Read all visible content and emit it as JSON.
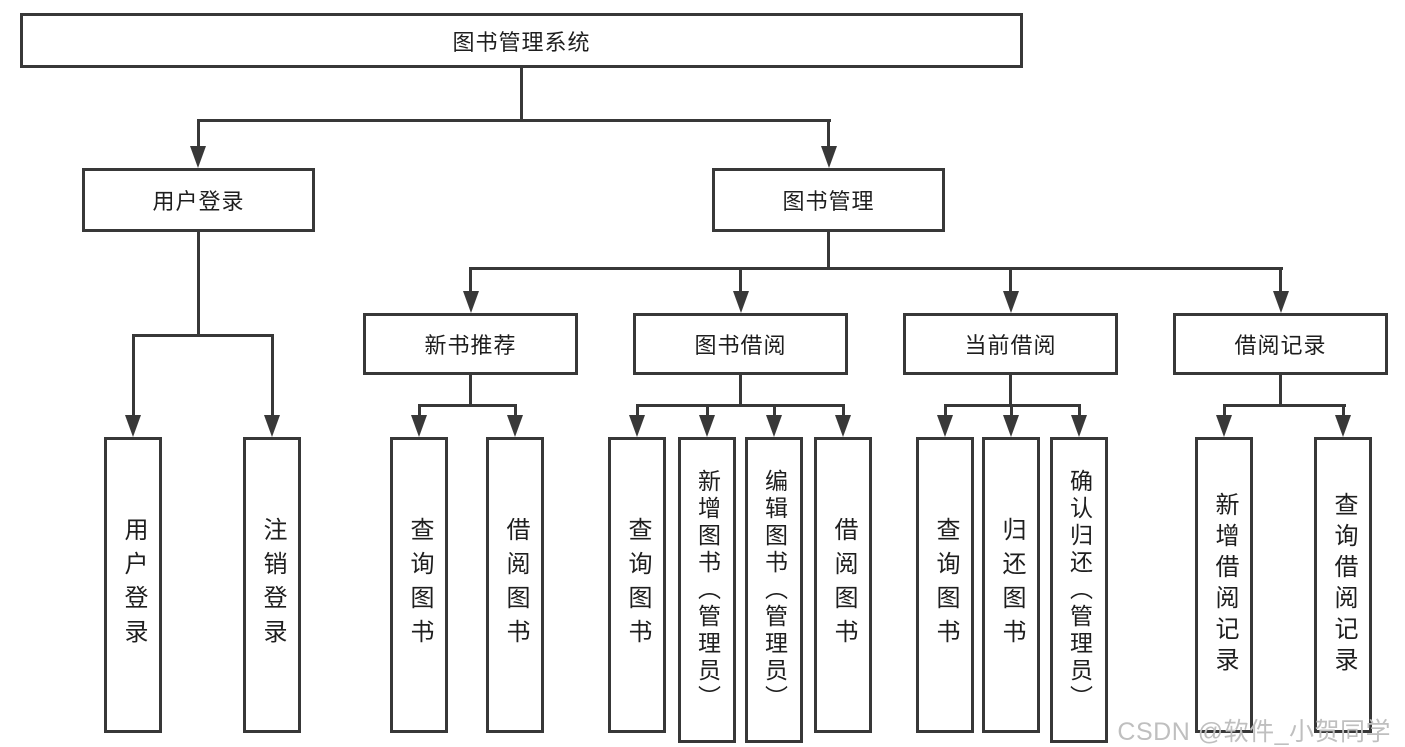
{
  "diagram": {
    "title": "图书管理系统",
    "root": {
      "label": "图书管理系统"
    },
    "branches": {
      "user_login": {
        "label": "用户登录"
      },
      "book_management": {
        "label": "图书管理"
      }
    },
    "modules": {
      "new_book_recommend": {
        "label": "新书推荐"
      },
      "book_borrowing": {
        "label": "图书借阅"
      },
      "current_borrowing": {
        "label": "当前借阅"
      },
      "borrowing_records": {
        "label": "借阅记录"
      }
    },
    "leaves": [
      {
        "label": "用户登录"
      },
      {
        "label": "注销登录"
      },
      {
        "label": "查询图书"
      },
      {
        "label": "借阅图书"
      },
      {
        "label": "查询图书"
      },
      {
        "label": "新增图书（管理员）"
      },
      {
        "label": "编辑图书（管理员）"
      },
      {
        "label": "借阅图书"
      },
      {
        "label": "查询图书"
      },
      {
        "label": "归还图书"
      },
      {
        "label": "确认归还（管理员）"
      },
      {
        "label": "新增借阅记录"
      },
      {
        "label": "查询借阅记录"
      }
    ]
  },
  "watermark": {
    "text": "CSDN @软件_小贺同学"
  },
  "colors": {
    "line": "#383838",
    "text": "#1e1e1e",
    "background": "#ffffff",
    "watermark": "#bfbfbf"
  }
}
